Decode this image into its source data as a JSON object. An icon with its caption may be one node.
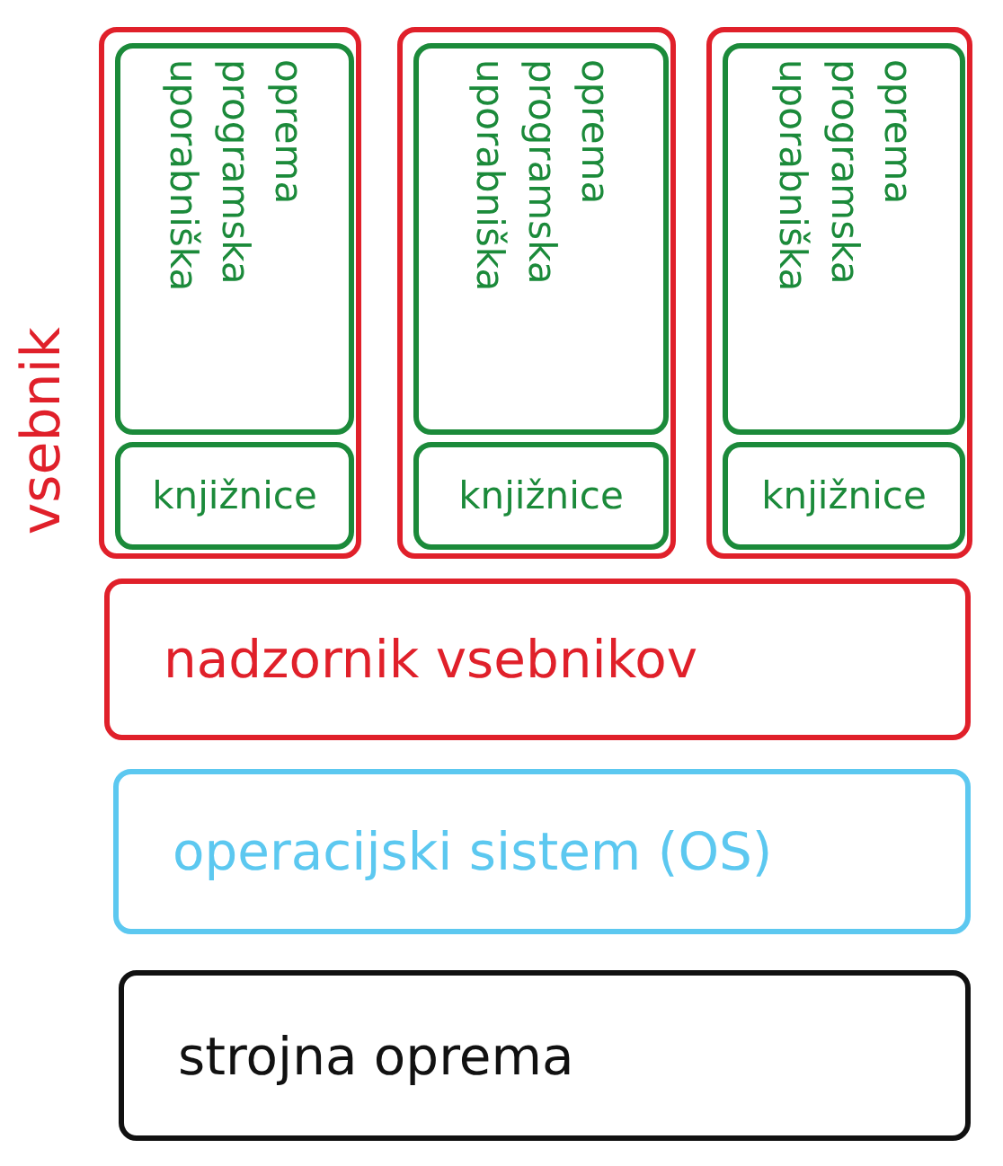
{
  "diagram": {
    "nodes": [
      {
        "text": [],
        "shape": "box"
      },
      {
        "text": [
          "uporabniška programska oprema"
        ],
        "in": 0
      },
      {
        "text": [
          "knjižnice"
        ],
        "in": 0
      },
      {
        "text": [],
        "shape": "box"
      },
      {
        "text": [
          "uporabniška programska oprema"
        ],
        "in": 3
      },
      {
        "text": [
          "knjižnice"
        ],
        "in": 3
      },
      {
        "text": [],
        "shape": "box"
      },
      {
        "text": [
          "uporabniška programska oprema"
        ],
        "in": 6
      },
      {
        "text": [
          "knjižnice"
        ],
        "in": 6
      },
      {
        "text": [
          "nadzornik vsebnikov"
        ]
      },
      {
        "text": [
          "operacijski sistem (OS)"
        ]
      },
      {
        "text": [
          "strojna oprema"
        ]
      }
    ],
    "labels": [
      "vsebnik"
    ]
  }
}
